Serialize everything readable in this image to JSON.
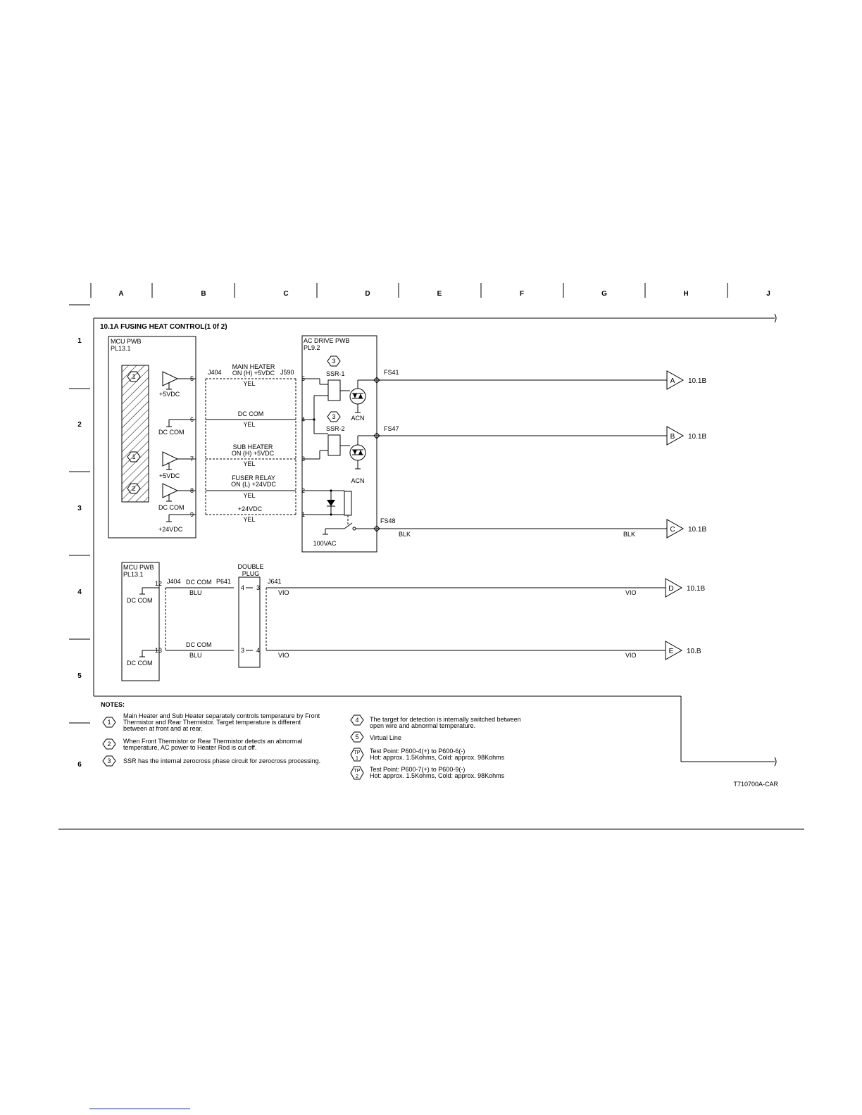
{
  "grid": {
    "columns": [
      "A",
      "B",
      "C",
      "D",
      "E",
      "F",
      "G",
      "H",
      "J"
    ],
    "rows": [
      "1",
      "2",
      "3",
      "4",
      "5",
      "6"
    ]
  },
  "title": "10.1A FUSING HEAT CONTROL(1 0f 2)",
  "mcu_pwb_top": {
    "name": "MCU PWB",
    "ref": "PL13.1",
    "labels": {
      "v5_1": "+5VDC",
      "dccom_1": "DC COM",
      "v5_2": "+5VDC",
      "dccom_2": "DC COM",
      "v24": "+24VDC"
    },
    "pins": [
      "5",
      "6",
      "7",
      "8",
      "9"
    ],
    "note_refs": [
      "1",
      "1",
      "2"
    ]
  },
  "connectors": {
    "j404": "J404",
    "j590": "J590",
    "p641": "P641",
    "j641": "J641"
  },
  "signals": {
    "main_heater_1": "MAIN HEATER",
    "main_heater_2": "ON (H) +5VDC",
    "dc_com": "DC COM",
    "sub_heater_1": "SUB HEATER",
    "sub_heater_2": "ON (H) +5VDC",
    "fuser_relay_1": "FUSER RELAY",
    "fuser_relay_2": "ON (L) +24VDC",
    "v24": "+24VDC",
    "yel": "YEL"
  },
  "ac_drive_pwb": {
    "name": "AC DRIVE PWB",
    "ref": "PL9.2",
    "pins": [
      "5",
      "4",
      "3",
      "2",
      "1"
    ],
    "ssr1": "SSR-1",
    "ssr2": "SSR-2",
    "acn": "ACN",
    "vac": "100VAC",
    "note_ref": "3"
  },
  "fs": {
    "fs41": "FS41",
    "fs47": "FS47",
    "fs48": "FS48"
  },
  "wires": {
    "blk": "BLK",
    "vio": "VIO",
    "blu": "BLU"
  },
  "offpage": [
    {
      "letter": "A",
      "ref": "10.1B"
    },
    {
      "letter": "B",
      "ref": "10.1B"
    },
    {
      "letter": "C",
      "ref": "10.1B"
    },
    {
      "letter": "D",
      "ref": "10.1B"
    },
    {
      "letter": "E",
      "ref": "10.B"
    }
  ],
  "mcu_pwb_bottom": {
    "name": "MCU PWB",
    "ref": "PL13.1",
    "pins": [
      "12",
      "13"
    ],
    "dccom": "DC COM"
  },
  "double_plug": {
    "line1": "DOUBLE",
    "line2": "PLUG",
    "p_pins": [
      "4",
      "3"
    ],
    "j_pins": [
      "3",
      "4"
    ]
  },
  "notes": {
    "heading": "NOTES:",
    "n1": {
      "num": "1",
      "lines": [
        "Main Heater and Sub Heater separately controls temperature by Front",
        "Thermistor and Rear Thermistor.  Target temperature is different",
        "between at front and at rear."
      ]
    },
    "n2": {
      "num": "2",
      "lines": [
        "When Front Thermistor or Rear Thermistor detects an abnormal",
        "temperature, AC power to Heater Rod is cut off."
      ]
    },
    "n3": {
      "num": "3",
      "lines": [
        "SSR has the internal zerocross phase circuit for zerocross processing."
      ]
    },
    "n4": {
      "num": "4",
      "lines": [
        "The target for detection is internally switched between",
        "open wire and abnormal temperature."
      ]
    },
    "n5": {
      "num": "5",
      "lines": [
        "Virtual Line"
      ]
    },
    "tp1": {
      "top": "TP",
      "num": "1",
      "lines": [
        "Test Point: P600-4(+) to P600-6(-)",
        "Hot: approx. 1.5Kohms,     Cold: approx. 98Kohms"
      ]
    },
    "tp2": {
      "top": "TP",
      "num": "2",
      "lines": [
        "Test Point: P600-7(+) to P600-9(-)",
        "Hot: approx. 1.5Kohms,     Cold: approx. 98Kohms"
      ]
    }
  },
  "drawing_id": "T710700A-CAR"
}
